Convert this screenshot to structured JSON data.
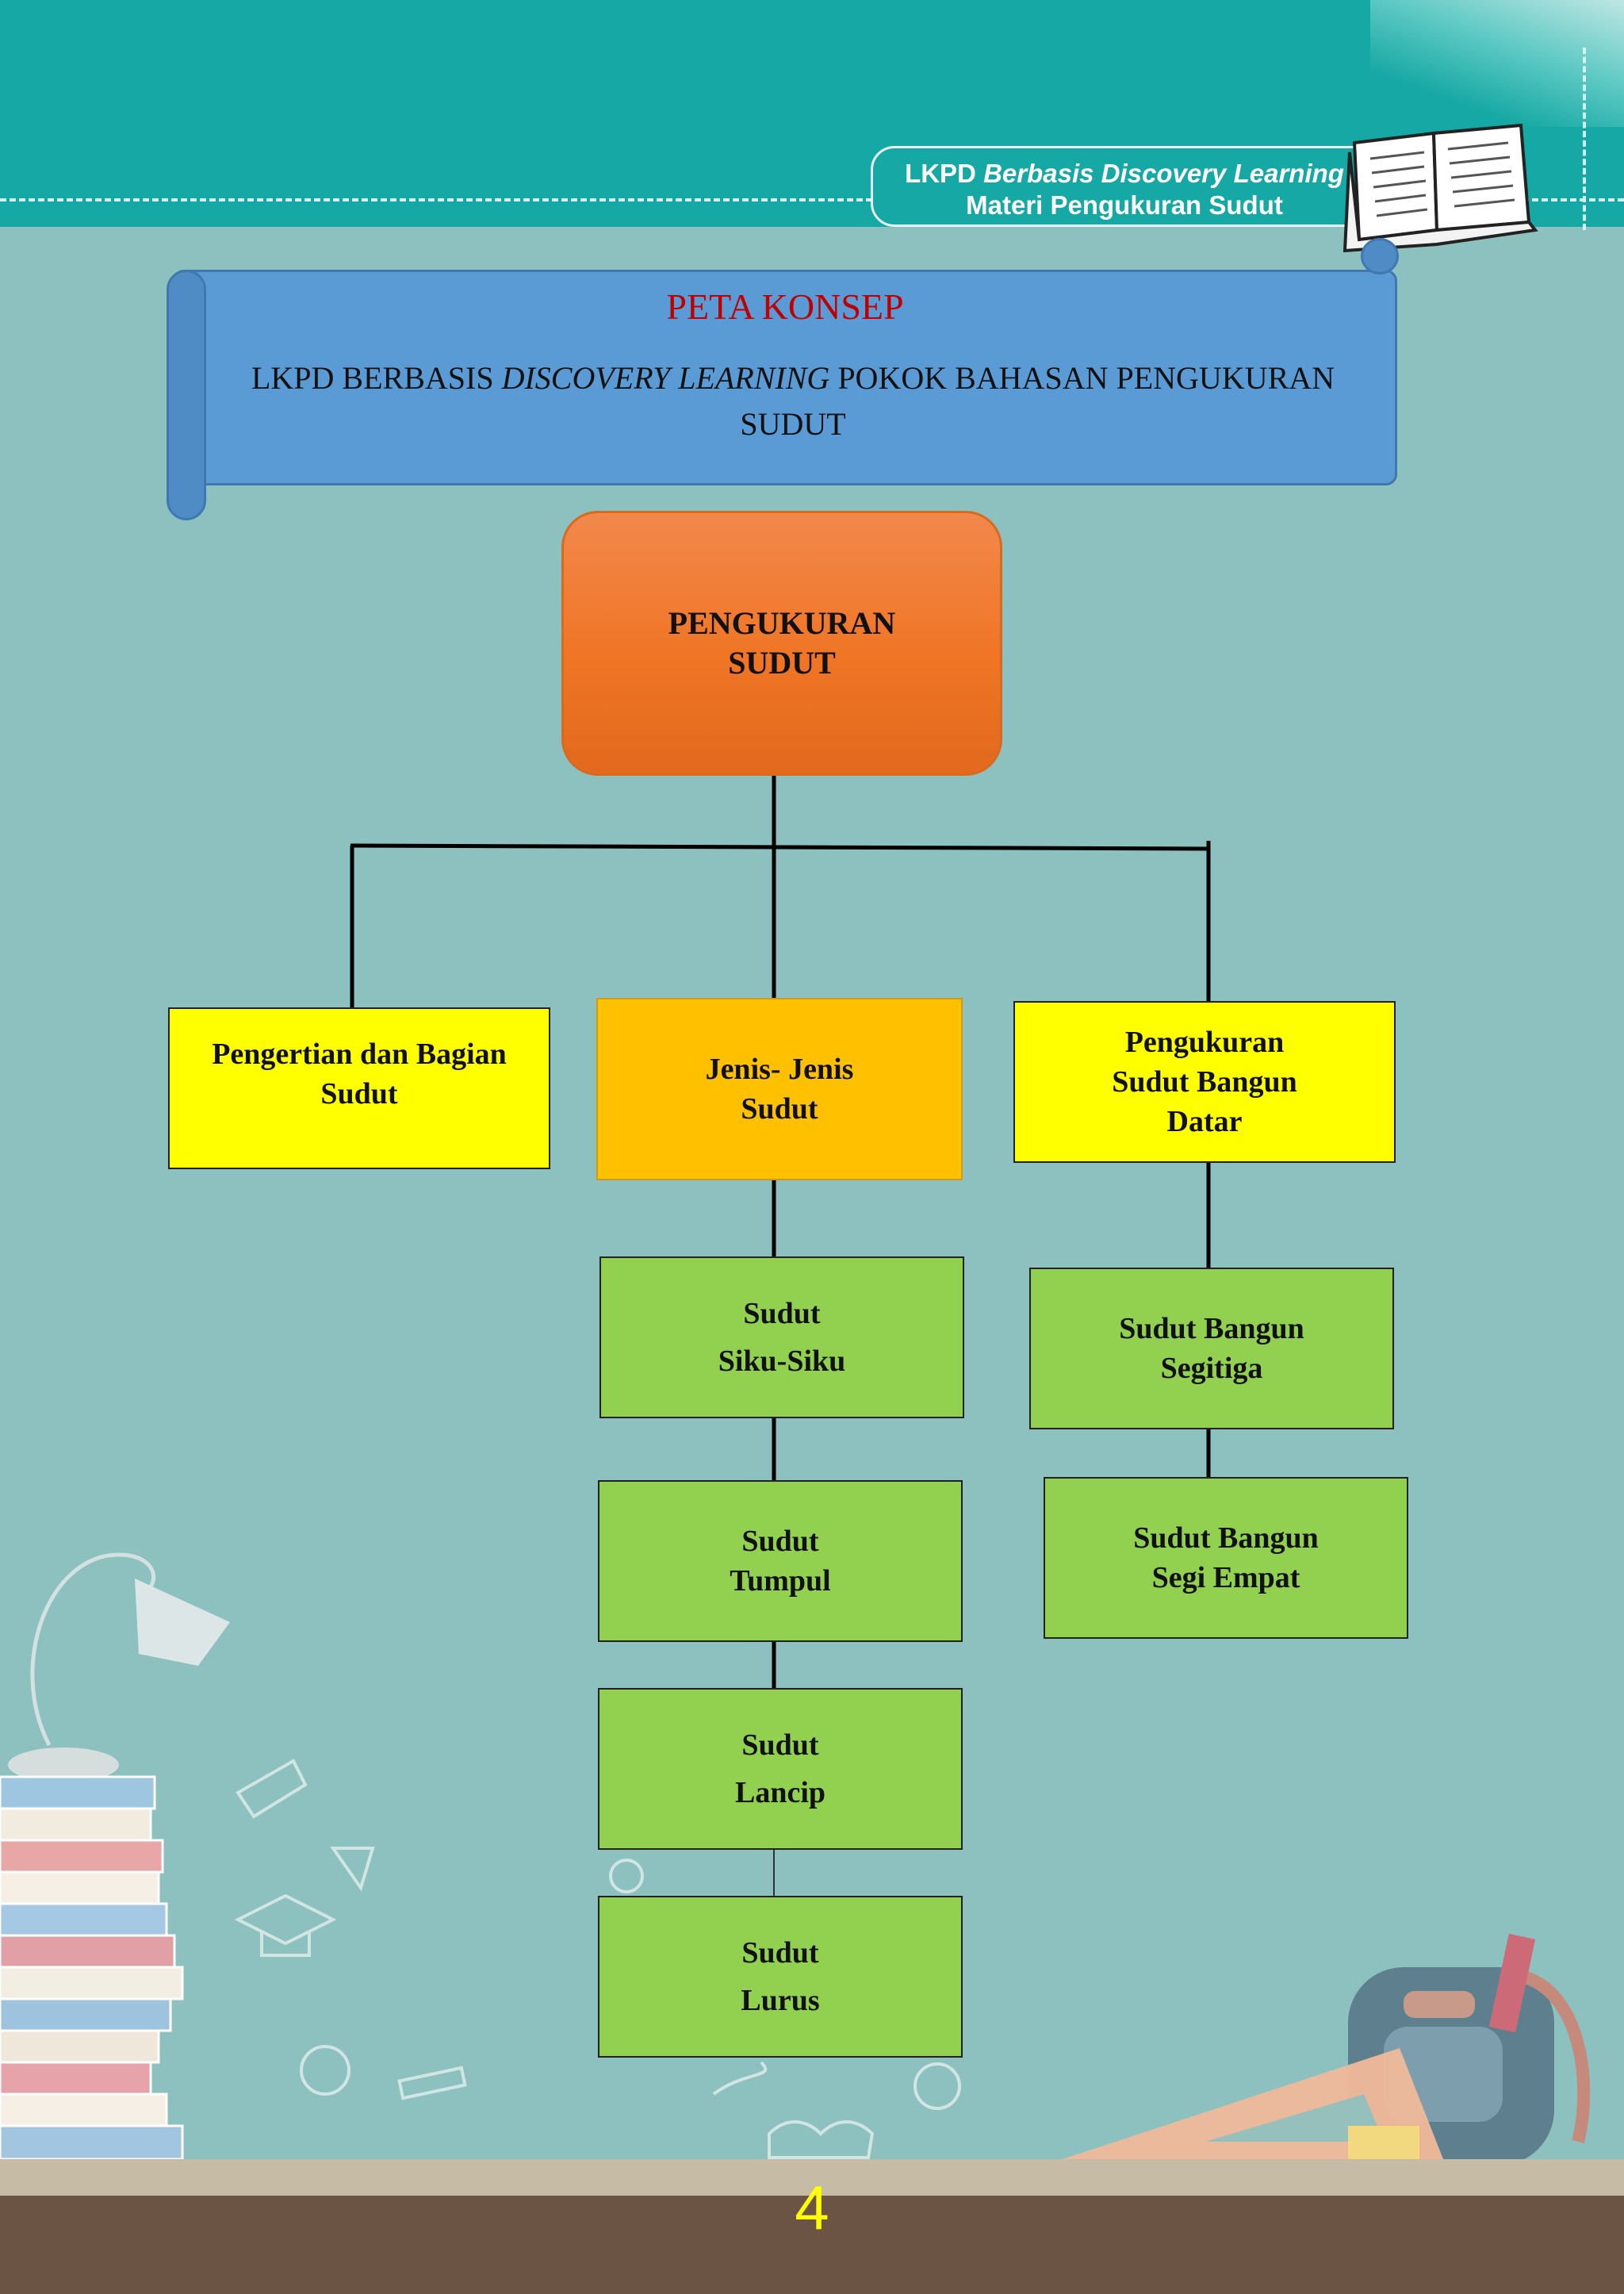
{
  "header": {
    "line1_prefix": "LKPD ",
    "line1_emphasis": "Berbasis Discovery Learning",
    "line2": "Materi Pengukuran  Sudut"
  },
  "banner": {
    "title": "PETA KONSEP",
    "subtitle_before": "LKPD BERBASIS ",
    "subtitle_emphasis": "DISCOVERY LEARNING",
    "subtitle_after": " POKOK BAHASAN PENGUKURAN SUDUT"
  },
  "concept_map": {
    "root": "PENGUKURAN\nSUDUT",
    "branches": {
      "left": "Pengertian dan Bagian\nSudut",
      "middle": "Jenis- Jenis\nSudut",
      "right": "Pengukuran\nSudut Bangun\nDatar"
    },
    "middle_children": [
      "Sudut\nSiku-Siku",
      "Sudut\nTumpul",
      "Sudut\nLancip",
      "Sudut\nLurus"
    ],
    "right_children": [
      "Sudut Bangun\nSegitiga",
      "Sudut Bangun\nSegi Empat"
    ]
  },
  "footer": {
    "page_number": "4"
  },
  "colors": {
    "header_teal": "#16a8a4",
    "background": "#8cc1bf",
    "banner_blue": "#5b9bd5",
    "title_red": "#c00000",
    "root_orange": "#f07525",
    "branch_yellow": "#ffff00",
    "branch_amber": "#ffc000",
    "leaf_green": "#92d050",
    "footer_brown": "#6b5443",
    "page_number_yellow": "#ffff00"
  }
}
